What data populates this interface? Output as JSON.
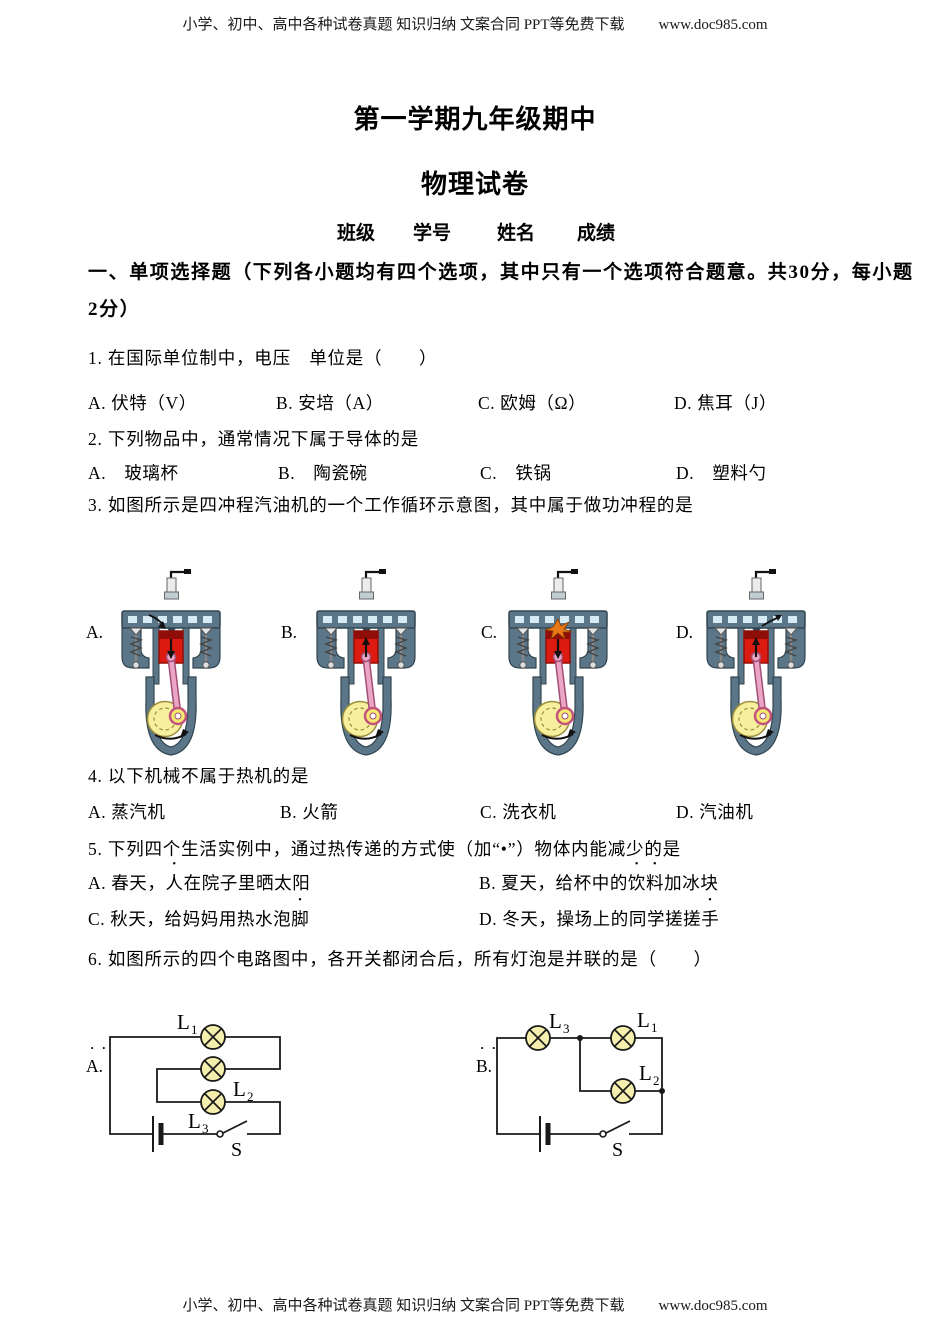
{
  "header": {
    "text": "小学、初中、高中各种试卷真题 知识归纳 文案合同 PPT等免费下载",
    "url": "www.doc985.com"
  },
  "footer": {
    "text": "小学、初中、高中各种试卷真题 知识归纳 文案合同 PPT等免费下载",
    "url": "www.doc985.com"
  },
  "title": "第一学期九年级期中",
  "subtitle": "物理试卷",
  "info_fields": [
    "班级",
    "学号",
    "姓名",
    "成绩"
  ],
  "section1": {
    "heading_line1": "一、单项选择题（下列各小题均有四个选项，其中只有一个选项符合题意。共30分，每小题",
    "heading_line2": "2分）"
  },
  "q1": {
    "stem": "1. 在国际单位制中，电压　单位是（　　）",
    "options": [
      "A. 伏特（V）",
      "B. 安培（A）",
      "C. 欧姆（Ω）",
      "D. 焦耳（J）"
    ]
  },
  "q2": {
    "stem": "2. 下列物品中，通常情况下属于导体的是",
    "options": [
      "A.　玻璃杯",
      "B.　陶瓷碗",
      "C.　铁锅",
      "D.　塑料勺"
    ]
  },
  "q3": {
    "stem": "3. 如图所示是四冲程汽油机的一个工作循环示意图，其中属于做功冲程的是",
    "labels": [
      "A.",
      "B.",
      "C.",
      "D."
    ]
  },
  "q4": {
    "stem": "4. 以下机械不属于热机的是",
    "options": [
      "A. 蒸汽机",
      "B. 火箭",
      "C. 洗衣机",
      "D. 汽油机"
    ]
  },
  "q5": {
    "stem": "5. 下列四个生活实例中，通过热传递的方式使（加“•”）物体内能减少的是",
    "options": [
      {
        "segments": [
          {
            "t": "A. 春天，",
            "e": false
          },
          {
            "t": "人",
            "e": true
          },
          {
            "t": "在院子里晒太阳",
            "e": false
          }
        ]
      },
      {
        "segments": [
          {
            "t": "B. 夏天，给杯中的",
            "e": false
          },
          {
            "t": "饮料",
            "e": true
          },
          {
            "t": "加冰块",
            "e": false
          }
        ]
      },
      {
        "segments": [
          {
            "t": "C. 秋天，给妈妈用热水泡",
            "e": false
          },
          {
            "t": "脚",
            "e": true
          }
        ]
      },
      {
        "segments": [
          {
            "t": "D. 冬天，操场上的同学搓搓",
            "e": false
          },
          {
            "t": "手",
            "e": true
          }
        ]
      }
    ]
  },
  "q6": {
    "stem": "6. 如图所示的四个电路图中，各开关都闭合后，所有灯泡是并联的是（　　）",
    "circuit_a": {
      "label": "A.",
      "marks": "· ·",
      "lamp1_base": "L",
      "lamp1_sub": "1",
      "lamp2_base": "L",
      "lamp2_sub": "2",
      "lamp3_base": "L",
      "lamp3_sub": "3",
      "switch_label": "S"
    },
    "circuit_b": {
      "label": "B.",
      "marks": "· ·",
      "lamp3_base": "L",
      "lamp3_sub": "3",
      "lamp1_base": "L",
      "lamp1_sub": "1",
      "lamp2_base": "L",
      "lamp2_sub": "2",
      "switch_label": "S"
    }
  },
  "colors": {
    "engine_body": "#5b7689",
    "engine_outline": "#31454f",
    "piston_red": "#dd1a10",
    "rod_pink": "#eba6c6",
    "crank_yellow": "#f6ef9e",
    "lamp_yellow": "#f5efad"
  }
}
